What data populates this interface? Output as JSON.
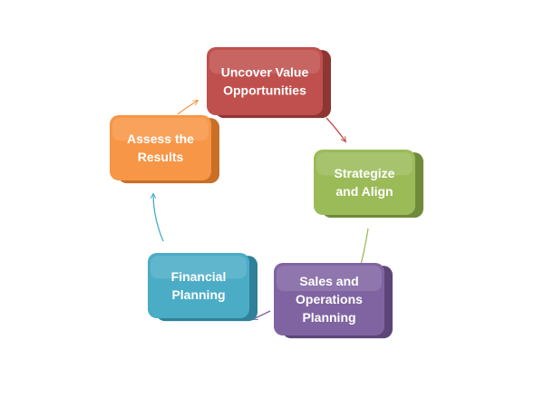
{
  "diagram": {
    "type": "cycle",
    "nodes": [
      {
        "id": "uncover",
        "lines": [
          "Uncover Value",
          "Opportunities"
        ],
        "color": "#C0504D",
        "side": "#8E3633"
      },
      {
        "id": "strategize",
        "lines": [
          "Strategize",
          "and Align"
        ],
        "color": "#9BBB59",
        "side": "#6F8A3A"
      },
      {
        "id": "sop",
        "lines": [
          "Sales and",
          "Operations",
          "Planning"
        ],
        "color": "#8064A2",
        "side": "#5C4678"
      },
      {
        "id": "financial",
        "lines": [
          "Financial",
          "Planning"
        ],
        "color": "#4BACC6",
        "side": "#2F8199"
      },
      {
        "id": "assess",
        "lines": [
          "Assess the",
          "Results"
        ],
        "color": "#F79646",
        "side": "#C96F27"
      }
    ],
    "connectors": [
      {
        "from": "uncover",
        "to": "strategize",
        "color": "#C0504D"
      },
      {
        "from": "strategize",
        "to": "sop",
        "color": "#9BBB59"
      },
      {
        "from": "sop",
        "to": "financial",
        "color": "#8064A2"
      },
      {
        "from": "financial",
        "to": "assess",
        "color": "#4BACC6"
      },
      {
        "from": "assess",
        "to": "uncover",
        "color": "#F79646"
      }
    ]
  }
}
